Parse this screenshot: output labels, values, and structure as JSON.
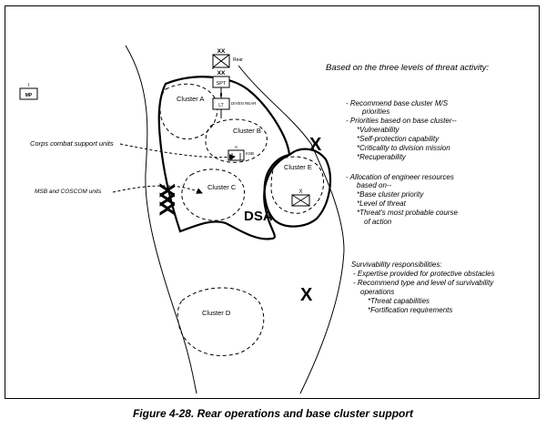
{
  "symbols": {
    "rear_hq": {
      "echelon": "XX",
      "tag": "Rear"
    },
    "spt_hq": {
      "echelon": "XX",
      "label": "SPT"
    },
    "div_rear": {
      "echelon": "II",
      "label": "LT",
      "tag": "DIVEN REAR"
    },
    "mp_unit": {
      "echelon": "I",
      "label": "MP"
    },
    "ksb_unit": {
      "echelon": "II",
      "tag": "KSB"
    },
    "cluster_e_unit": {
      "echelon": "X"
    }
  },
  "clusters": {
    "a": "Cluster A",
    "b": "Cluster B",
    "c": "Cluster C",
    "d": "Cluster D",
    "e": "Cluster E"
  },
  "dsa_label": "DSA",
  "boundary_marks": {
    "left": "XXX",
    "upper_right": "X",
    "lower_right": "X"
  },
  "arrow_labels": {
    "corps": "Corps combat support units",
    "msb": "MSB and COSCOM units"
  },
  "text_panel": {
    "heading": "Based on the three levels of threat activity:",
    "sections": [
      {
        "lines": [
          "- Recommend base cluster M/S",
          "priorities",
          "- Priorities based on base cluster--",
          "*Vulnerability",
          "*Self-protection capability",
          "*Criticality to division mission",
          "*Recuperability"
        ]
      },
      {
        "lines": [
          "- Allocation of engineer resources",
          "based on--",
          "*Base cluster priority",
          "*Level of threat",
          "*Threat's most probable course",
          "of action"
        ]
      },
      {
        "lines": [
          "Survivability responsibilities:",
          "- Expertise provided for protective obstacles",
          "- Recommend type and level of survivability",
          "operations",
          "*Threat capabilities",
          "*Fortification requirements"
        ]
      }
    ]
  },
  "caption": "Figure 4-28.  Rear operations and base cluster support"
}
